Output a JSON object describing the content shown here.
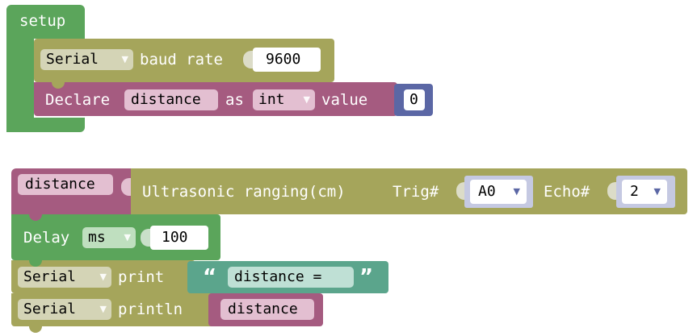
{
  "setup_block": {
    "title": "setup",
    "serial_begin": {
      "port": "Serial",
      "label": "baud rate",
      "value": "9600"
    },
    "declare": {
      "label": "Declare",
      "var_name": "distance",
      "as_label": "as",
      "type": "int",
      "value_label": "value",
      "value": "0"
    }
  },
  "loop_blocks": {
    "ultrasonic": {
      "var_name": "distance",
      "label": "Ultrasonic ranging(cm)",
      "trig_label": "Trig#",
      "trig_pin": "A0",
      "echo_label": "Echo#",
      "echo_pin": "2"
    },
    "delay": {
      "label": "Delay",
      "unit": "ms",
      "value": "100"
    },
    "print": {
      "port": "Serial",
      "label": "print",
      "open_quote": "“",
      "text": "distance =",
      "close_quote": "”"
    },
    "println": {
      "port": "Serial",
      "label": "println",
      "var_name": "distance"
    }
  },
  "icons": {
    "dropdown": "▼"
  },
  "colors": {
    "setup": "#5ba55b",
    "serial": "#a5a55b",
    "variable": "#a55b80",
    "number": "#5b67a5",
    "text": "#5ba58c",
    "delay": "#5ba55b"
  }
}
